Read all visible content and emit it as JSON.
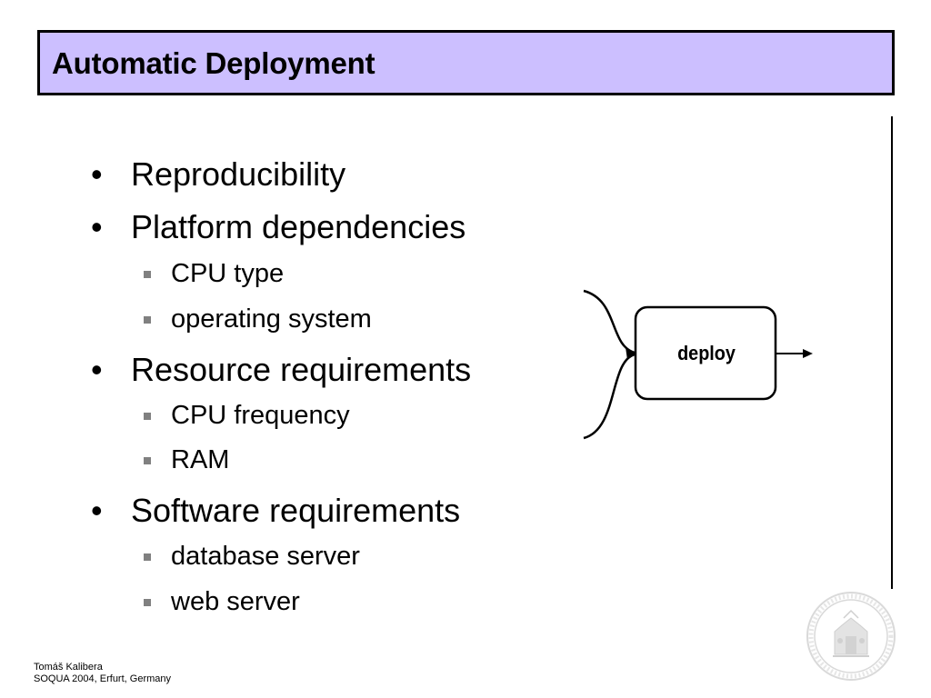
{
  "slide": {
    "title": "Automatic Deployment",
    "bullets": [
      {
        "text": "Reproducibility",
        "sub": []
      },
      {
        "text": "Platform dependencies",
        "sub": [
          "CPU type",
          "operating system"
        ]
      },
      {
        "text": "Resource requirements",
        "sub": [
          "CPU frequency",
          "RAM"
        ]
      },
      {
        "text": "Software requirements",
        "sub": [
          "database server",
          "web server"
        ]
      }
    ],
    "bullet_symbol": "•",
    "diagram": {
      "box_label": "deploy"
    },
    "footer": {
      "line1": "Tomáš Kalibera",
      "line2": "SOQUA 2004, Erfurt, Germany"
    },
    "colors": {
      "title_bg": "#ccbfff",
      "sub_bullet": "#808080",
      "seal": "#d9d9d9"
    }
  }
}
